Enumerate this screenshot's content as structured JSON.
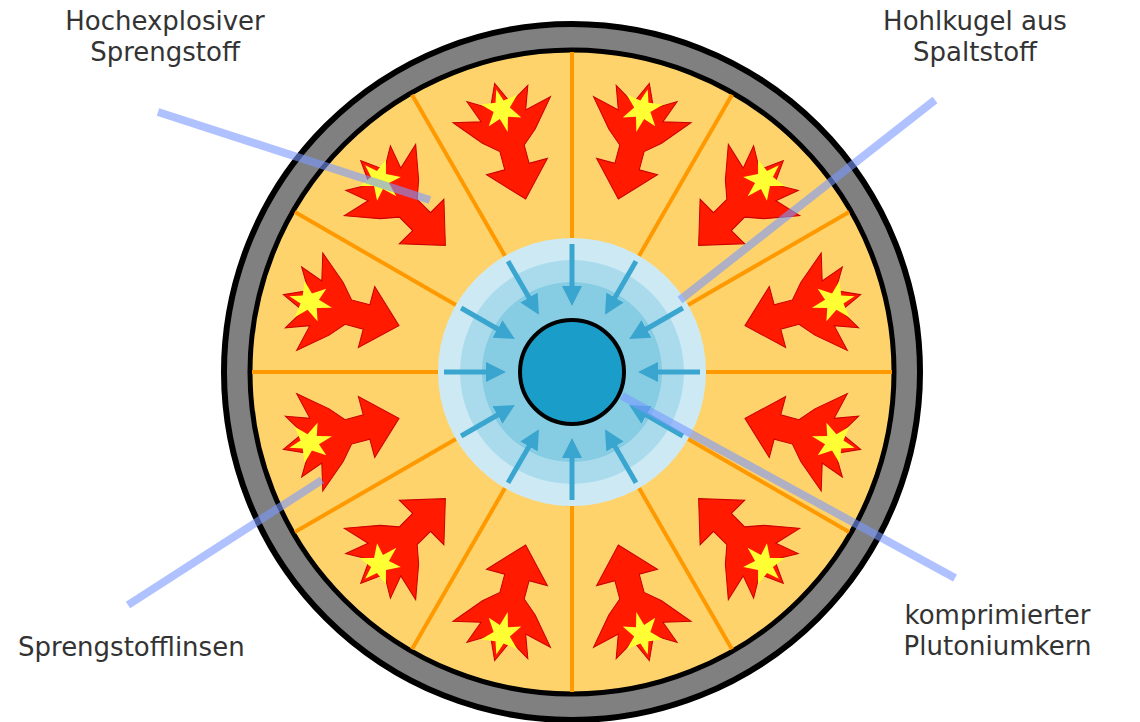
{
  "diagram": {
    "labels": [
      "Hochexplosiver Sprengstoff",
      "Hohlkugel aus Spaltstoff",
      "Sprengstofflinsen",
      "komprimierter Plutoniumkern"
    ]
  }
}
